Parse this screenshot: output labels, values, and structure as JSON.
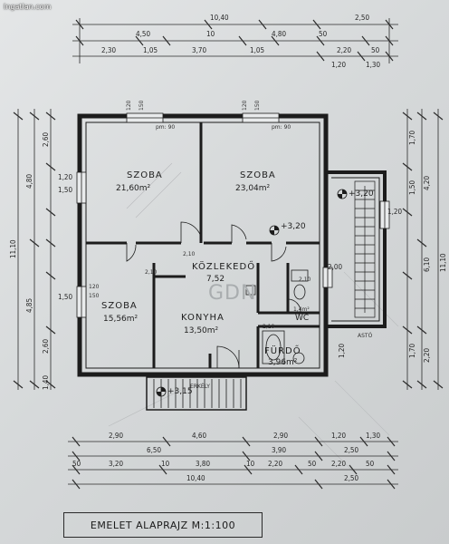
{
  "watermark": "Ingatlan.com",
  "plan_title": "EMELET ALAPRAJZ M:1:100",
  "rooms": [
    {
      "name": "SZOBA",
      "area": "21,60m²"
    },
    {
      "name": "SZOBA",
      "area": "23,04m²"
    },
    {
      "name": "KÖZLEKEDŐ",
      "area": "7,52"
    },
    {
      "name": "SZOBA",
      "area": "15,56m²"
    },
    {
      "name": "KONYHA",
      "area": "13,50m²"
    },
    {
      "name": "WC",
      "area": "1,4m²"
    },
    {
      "name": "FÜRDŐ",
      "area": "3,96m²"
    }
  ],
  "levels": [
    "+3,20",
    "+3,20",
    "+3,15"
  ],
  "balcony_label": "ERKÉLY",
  "top_dims": {
    "total": "10,40",
    "row1": [
      "4,50",
      "10",
      "4,80",
      "50",
      "2,50"
    ],
    "row2": [
      "2,30",
      "1,05",
      "3,70",
      "1,05",
      "2,20",
      "50"
    ],
    "row3": [
      "1,20",
      "1,30"
    ]
  },
  "bottom_dims": {
    "row1": [
      "2,90",
      "4,60",
      "2,90",
      "1,20",
      "1,30"
    ],
    "row2": [
      "6,50",
      "3,90",
      "2,50"
    ],
    "row3": [
      "50",
      "3,20",
      "10",
      "3,80",
      "10",
      "2,20",
      "50",
      "2,20",
      "50"
    ],
    "total_a": "10,40",
    "total_b": "2,50"
  },
  "left_dims": {
    "outer": "11,10",
    "mid": [
      "4,80",
      "4,85"
    ],
    "inner": [
      "2,60",
      "1,20",
      "1,50",
      "1,50",
      "2,60",
      "1,40"
    ]
  },
  "right_dims": {
    "outer": "11,10",
    "mid": [
      "6,10",
      "4,20",
      "2,20"
    ],
    "inner": [
      "1,70",
      "1,50",
      "1,20",
      "2,00",
      "1,70",
      "1,20"
    ]
  },
  "door_heights": [
    "120",
    "150",
    "120",
    "150",
    "120",
    "150",
    "2,10",
    "2,10",
    "2,10",
    "2,10"
  ],
  "misc": [
    "pm: 90",
    "pm: 90",
    "ASTÓ",
    "GDN"
  ]
}
